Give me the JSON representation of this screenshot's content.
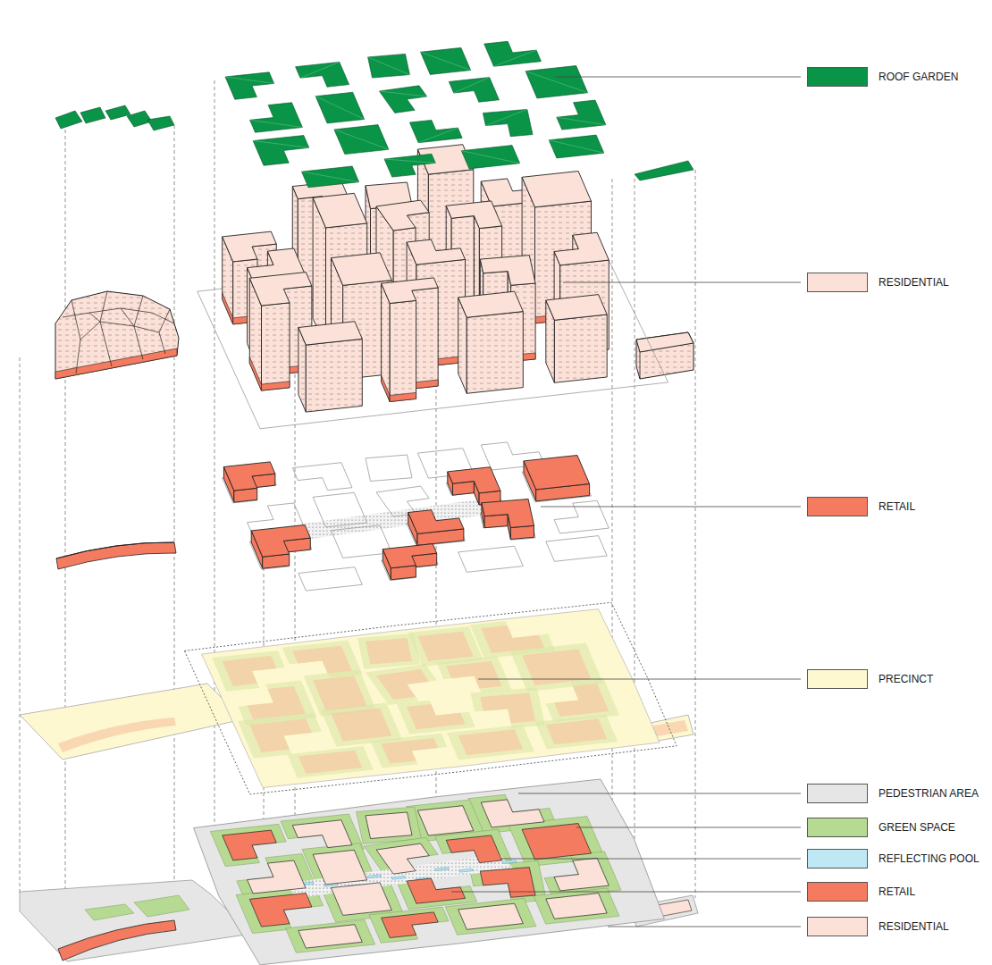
{
  "diagram": {
    "legend": [
      {
        "text": "ROOF GARDEN",
        "color": "#0a9447"
      },
      {
        "text": "RESIDENTIAL",
        "color": "#fbe1d8"
      },
      {
        "text": "RETAIL",
        "color": "#f47b5f"
      },
      {
        "text": "PRECINCT",
        "color": "#fdf8cf"
      },
      {
        "text": "PEDESTRIAN AREA",
        "color": "#e6e6e6"
      },
      {
        "text": "GREEN SPACE",
        "color": "#b7da92"
      },
      {
        "text": "REFLECTING POOL",
        "color": "#bfe8f5"
      },
      {
        "text": "RETAIL",
        "color": "#f47b5f"
      },
      {
        "text": "RESIDENTIAL",
        "color": "#fbe1d8"
      }
    ]
  }
}
